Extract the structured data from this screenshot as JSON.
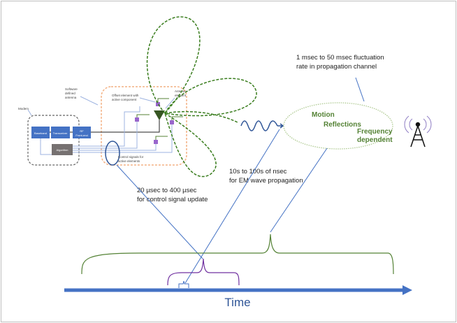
{
  "sda": {
    "modem_label": "Modem",
    "sda_label": "Software",
    "sda_label2": "defined",
    "sda_label3": "antenna",
    "offset_label": "Offset element with",
    "offset_label2": "active component",
    "antenna_label": "Antenna",
    "antenna_label2": "element",
    "control_label": "Control signals for",
    "control_label2": "active elements",
    "blocks": [
      "Baseband",
      "Transceiver",
      "RF",
      "Front-end",
      "Algorithm"
    ]
  },
  "annotations": {
    "control": [
      "20 µsec to 400 µsec",
      "for control signal update"
    ],
    "em": [
      "10s to 100s of nsec",
      "for EM wave propagation"
    ],
    "channel": [
      "1 msec to 50 msec fluctuation",
      "rate in propagation channel"
    ]
  },
  "channel": {
    "motion": "Motion",
    "reflections": "Reflections",
    "frequency": "Frequency",
    "dependent": "dependent"
  },
  "axis": {
    "label": "Time"
  },
  "colors": {
    "blue": "#4472c4",
    "green": "#548235",
    "dashed_green": "#3a7d1e",
    "purple": "#7030a0",
    "orange": "#f4b183"
  }
}
